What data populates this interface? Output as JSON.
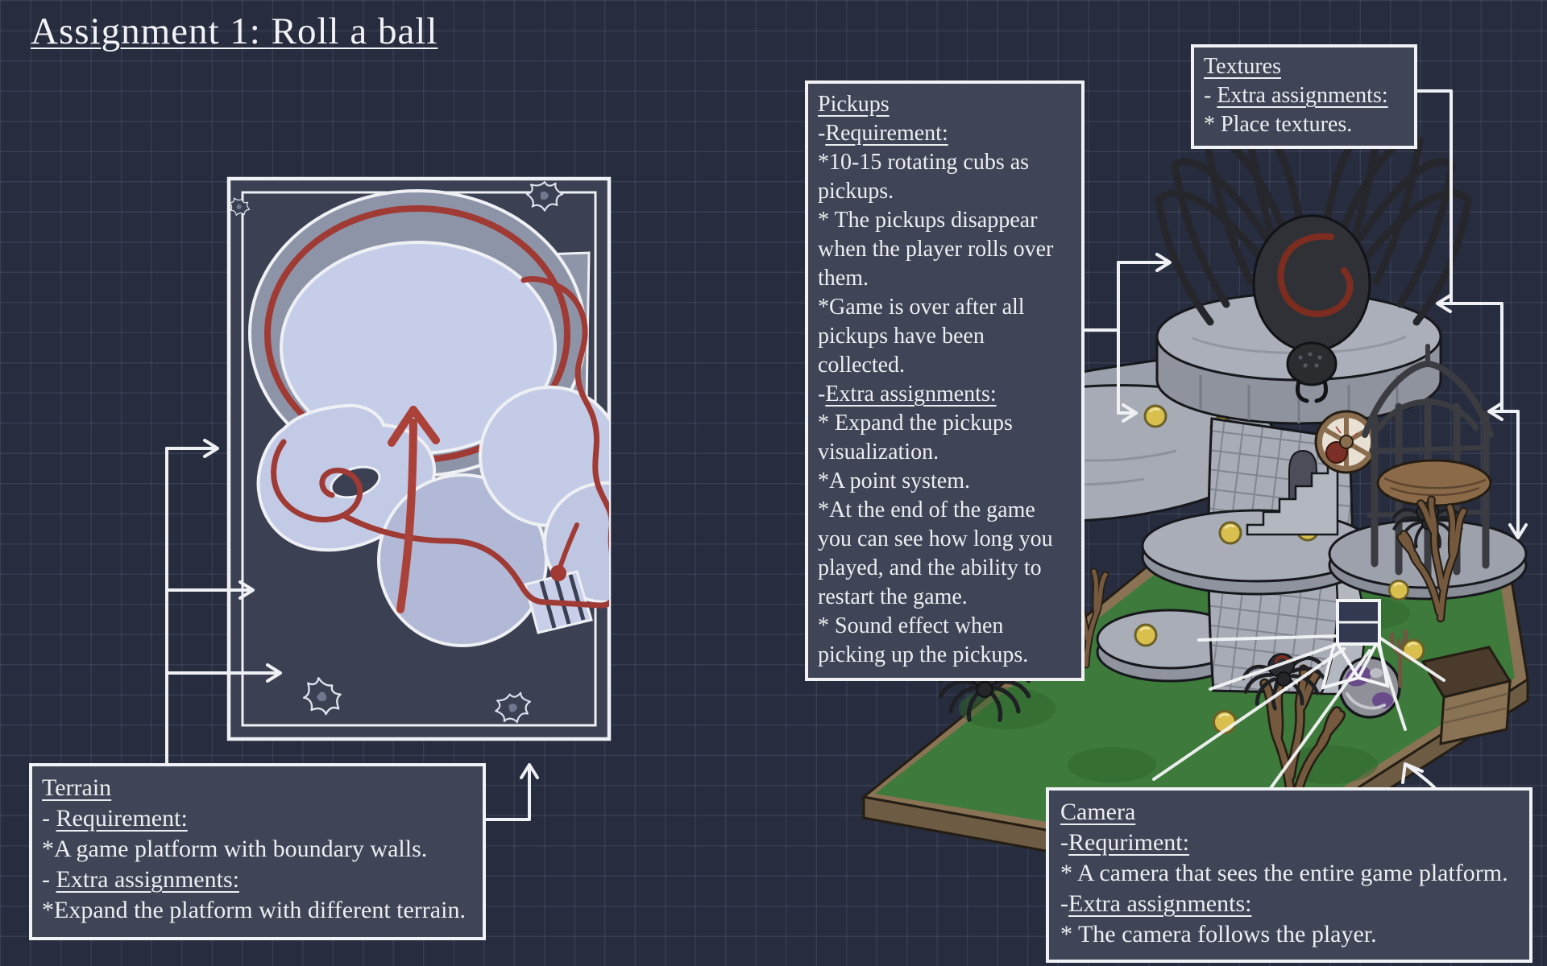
{
  "title": "Assignment 1: Roll a ball",
  "boxes": {
    "pickups": {
      "name": "Pickups",
      "lines": [
        [
          {
            "t": "Pickups",
            "u": true
          }
        ],
        [
          {
            "t": "-"
          },
          {
            "t": "Requirement:",
            "u": true
          }
        ],
        [
          {
            "t": "*10-15 rotating cubs as"
          }
        ],
        [
          {
            "t": "pickups."
          }
        ],
        [
          {
            "t": "* The pickups disappear"
          }
        ],
        [
          {
            "t": "when the player rolls over"
          }
        ],
        [
          {
            "t": "them."
          }
        ],
        [
          {
            "t": "*Game is over after all"
          }
        ],
        [
          {
            "t": "pickups have been"
          }
        ],
        [
          {
            "t": "collected."
          }
        ],
        [
          {
            "t": "-"
          },
          {
            "t": "Extra assignments:",
            "u": true
          }
        ],
        [
          {
            "t": "* Expand the pickups"
          }
        ],
        [
          {
            "t": "visualization."
          }
        ],
        [
          {
            "t": "*A point system."
          }
        ],
        [
          {
            "t": "*At the end of the game"
          }
        ],
        [
          {
            "t": "you can see how long you"
          }
        ],
        [
          {
            "t": "played, and the ability to"
          }
        ],
        [
          {
            "t": "restart the game."
          }
        ],
        [
          {
            "t": "* Sound effect when"
          }
        ],
        [
          {
            "t": "picking up the pickups."
          }
        ]
      ]
    },
    "textures": {
      "name": "Textures",
      "lines": [
        [
          {
            "t": "Textures",
            "u": true
          }
        ],
        [
          {
            "t": "- "
          },
          {
            "t": "Extra assignments:",
            "u": true
          }
        ],
        [
          {
            "t": "* Place textures."
          }
        ]
      ]
    },
    "terrain": {
      "name": "Terrain",
      "lines": [
        [
          {
            "t": "Terrain",
            "u": true
          }
        ],
        [
          {
            "t": "- "
          },
          {
            "t": "Requirement:",
            "u": true
          }
        ],
        [
          {
            "t": "*A game platform with boundary walls."
          }
        ],
        [
          {
            "t": "- "
          },
          {
            "t": "Extra assignments:",
            "u": true
          }
        ],
        [
          {
            "t": "*Expand the platform with different terrain."
          }
        ]
      ]
    },
    "camera": {
      "name": "Camera",
      "lines": [
        [
          {
            "t": "Camera",
            "u": true
          }
        ],
        [
          {
            "t": "-"
          },
          {
            "t": "Requriment:",
            "u": true
          }
        ],
        [
          {
            "t": "* A camera that sees the entire game platform."
          }
        ],
        [
          {
            "t": "-"
          },
          {
            "t": "Extra assignments:",
            "u": true
          }
        ],
        [
          {
            "t": "* The camera follows the player."
          }
        ]
      ]
    }
  },
  "icons": {
    "map-sketch": "top-down level map with circular track, red path and arrow",
    "tower-sketch": "isometric spiral tower on green platform",
    "spider-icon": "large black spider with red swirl on abdomen",
    "camera-wireframe-icon": "white wireframe camera with view rays",
    "pickup-ball-icon": "yellow pickup sphere",
    "dead-tree-icon": "bare brown tree",
    "hazard-doodle-icon": "spiky hand-drawn star doodle",
    "direction-arrow-icon": "red up arrow showing roll direction",
    "wooden-wheel-icon": "wooden spoked wheel with red eye",
    "connector-arrow": "white annotation arrow line"
  },
  "colors": {
    "page_bg": "#272c3e",
    "grid_line": "#848eac",
    "box_bg": "#3f4556",
    "ink_white": "#f1f2f5",
    "map_bg": "#3b4052",
    "track_gray": "#8e94a8",
    "platform_light": "#c6cde9",
    "accent_red": "#a23a35",
    "tower_gray": "#a7abb5",
    "platform_green": "#3d7a3b",
    "wood_brown": "#8a7355",
    "pickup_yellow": "#d9bf4e",
    "spider_black": "#2e2f34"
  }
}
